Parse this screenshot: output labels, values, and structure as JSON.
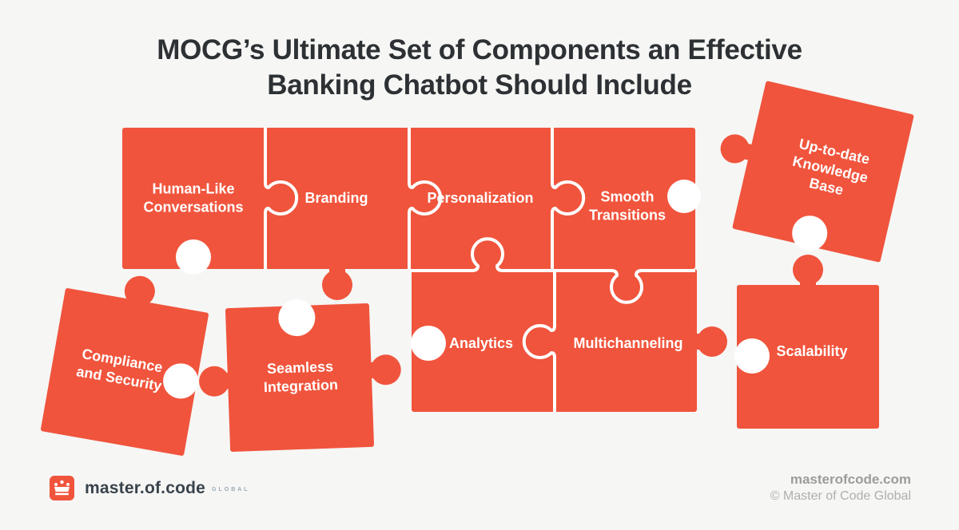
{
  "title": {
    "line1": "MOCG’s Ultimate Set of Components an Effective",
    "line2": "Banking Chatbot Should Include"
  },
  "pieces": [
    {
      "id": "human-like-conversations",
      "label": "Human-Like Conversations"
    },
    {
      "id": "branding",
      "label": "Branding"
    },
    {
      "id": "personalization",
      "label": "Personalization"
    },
    {
      "id": "smooth-transitions",
      "label": "Smooth Transitions"
    },
    {
      "id": "up-to-date-knowledge-base",
      "label": "Up-to-date Knowledge Base"
    },
    {
      "id": "compliance-and-security",
      "label": "Compliance and Security"
    },
    {
      "id": "seamless-integration",
      "label": "Seamless Integration"
    },
    {
      "id": "analytics",
      "label": "Analytics"
    },
    {
      "id": "multichanneling",
      "label": "Multichanneling"
    },
    {
      "id": "scalability",
      "label": "Scalability"
    }
  ],
  "footer": {
    "brand": "master.of.code",
    "brand_suffix": "GLOBAL",
    "website": "masterofcode.com",
    "copyright": "© Master of Code Global"
  },
  "colors": {
    "accent_orange": "#F0543C",
    "background": "#F6F6F5",
    "seam_white": "#FFFFFF",
    "title_text": "#2D3134",
    "brand_text": "#39434B",
    "footer_gray": "#9C9C9C"
  }
}
